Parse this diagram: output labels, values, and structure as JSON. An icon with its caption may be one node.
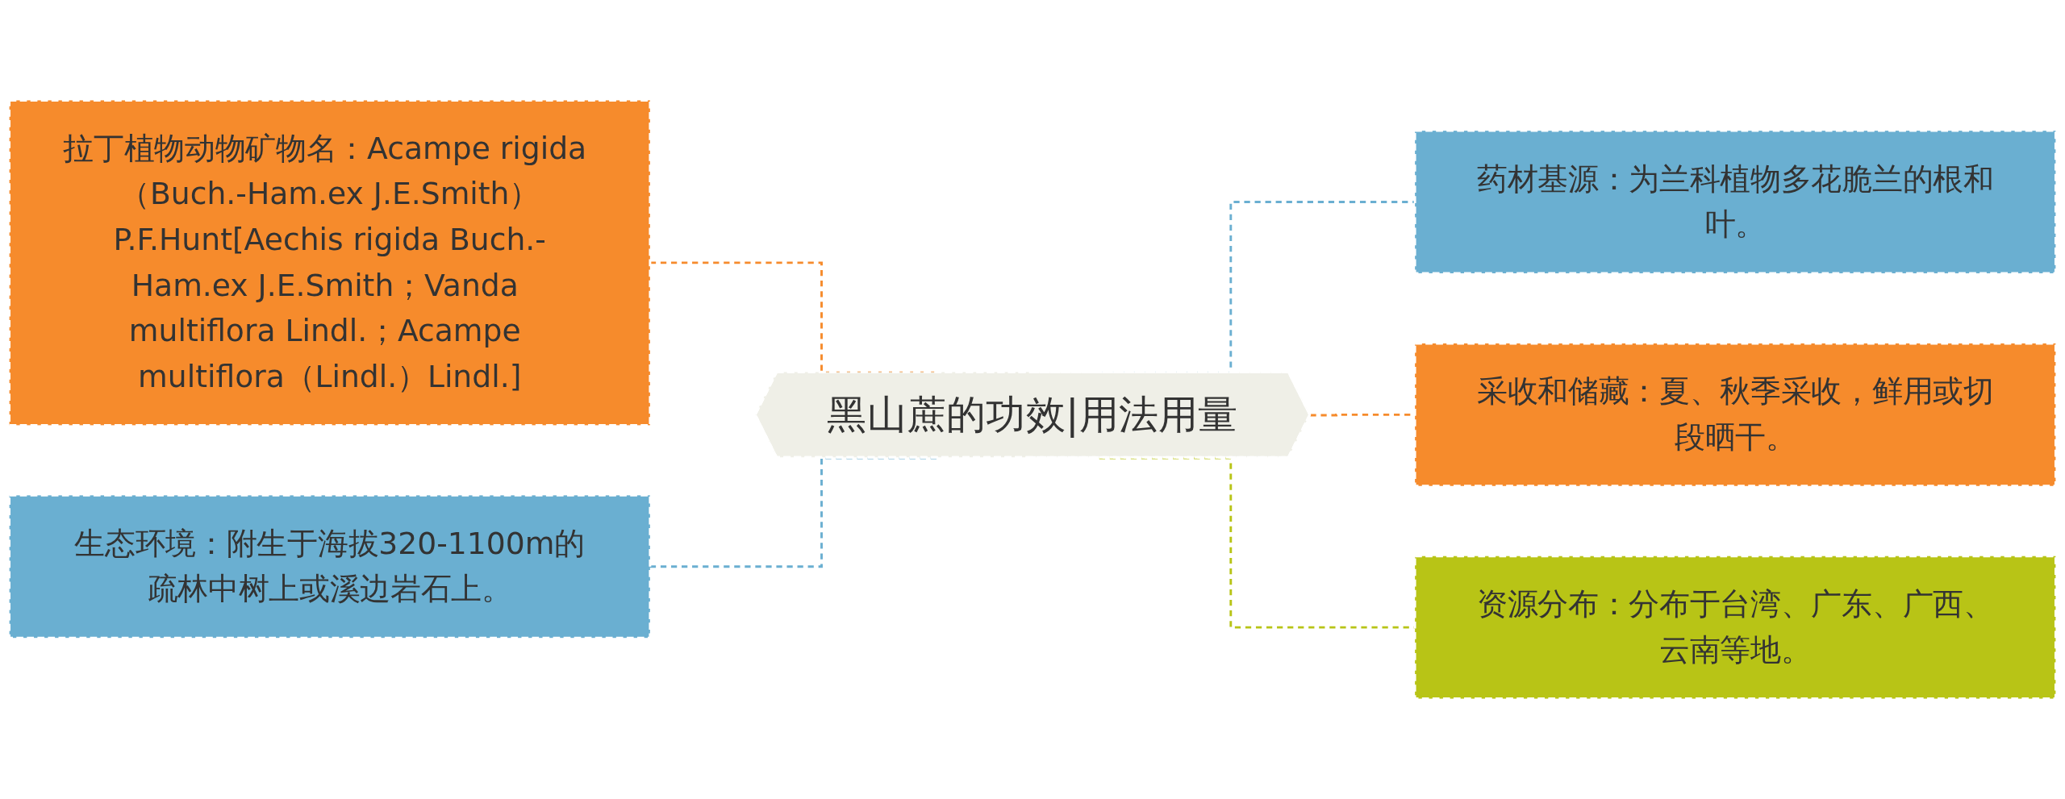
{
  "diagram": {
    "nodes": [
      {
        "text": [
          "黑山蔗的功效|用法用量"
        ]
      },
      {
        "text": [
          "拉丁植物动物矿物名：Acampe rigida （Buch.-Ham.ex J.E.Smith）P.F.Hunt[Aechis rigida Buch.-Ham.ex J.E.Smith；Vanda multiflora Lindl.；Acampe multiflora（Lindl.）Lindl.]"
        ]
      },
      {
        "text": [
          "生态环境：附生于海拔320-1100m的疏林中树上或溪边岩石上。"
        ]
      },
      {
        "text": [
          "药材基源：为兰科植物多花脆兰的根和叶。"
        ]
      },
      {
        "text": [
          "采收和储藏：夏、秋季采收，鲜用或切段晒干。"
        ]
      },
      {
        "text": [
          "资源分布：分布于台湾、广东、广西、云南等地。"
        ]
      }
    ],
    "edges": [
      {
        "from": 0,
        "to": 1,
        "arrow": "none",
        "style": "dashed",
        "color": "#f68b2c"
      },
      {
        "from": 0,
        "to": 2,
        "arrow": "none",
        "style": "dashed",
        "color": "#6aafd1"
      },
      {
        "from": 0,
        "to": 3,
        "arrow": "none",
        "style": "dashed",
        "color": "#6aafd1"
      },
      {
        "from": 0,
        "to": 4,
        "arrow": "none",
        "style": "dashed",
        "color": "#f68b2c"
      },
      {
        "from": 0,
        "to": 5,
        "arrow": "none",
        "style": "dashed",
        "color": "#b8c416"
      }
    ]
  }
}
